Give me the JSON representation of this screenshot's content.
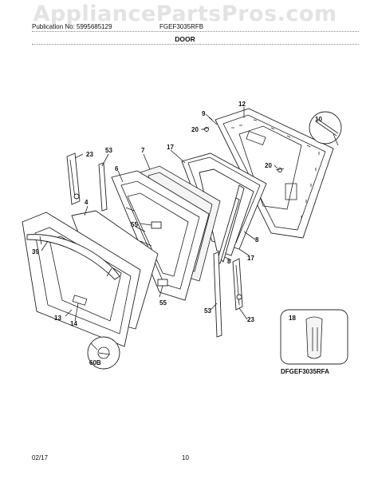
{
  "watermark": "AppliancePartsPros.com",
  "header": {
    "publication": "Publication No: 5995685129",
    "model": "FGEF3035RFB",
    "section": "DOOR"
  },
  "callouts": {
    "c12": "12",
    "c9": "9",
    "c10": "10",
    "c20a": "20",
    "c20b": "20",
    "c23a": "23",
    "c53a": "53",
    "c7": "7",
    "c17a": "17",
    "c6": "6",
    "c4": "4",
    "c55a": "55",
    "c8a": "8",
    "c17b": "17",
    "c8b": "8",
    "c39": "39",
    "c55b": "55",
    "c53b": "53",
    "c23b": "23",
    "c13": "13",
    "c14": "14",
    "c60b": "60B",
    "c18": "18"
  },
  "diagram_code": "DFGEF3035RFA",
  "footer": {
    "date": "02/17",
    "page": "10"
  }
}
